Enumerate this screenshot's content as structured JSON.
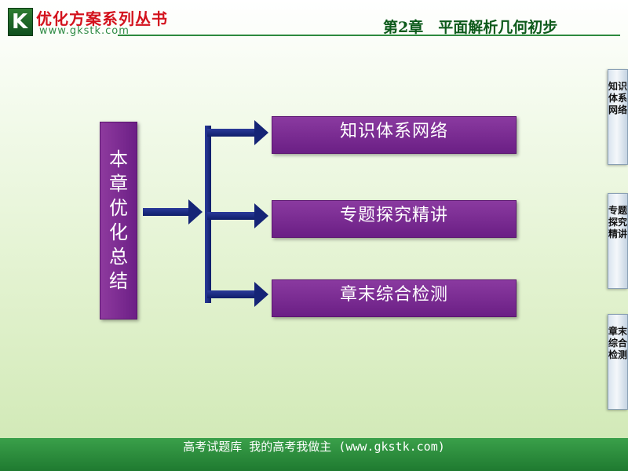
{
  "header": {
    "logo_letter": "K",
    "series_title": "优化方案系列丛书",
    "site_url": "www.gkstk.com",
    "chapter_title": "第2章　平面解析几何初步"
  },
  "summary": {
    "label": "本章优化总结"
  },
  "items": [
    {
      "label": "知识体系网络"
    },
    {
      "label": "专题探究精讲"
    },
    {
      "label": "章末综合检测"
    }
  ],
  "side_tabs": [
    {
      "label": "知识体系网络"
    },
    {
      "label": "专题探究精讲"
    },
    {
      "label": "章末综合检测"
    }
  ],
  "footer": {
    "text": "高考试题库  我的高考我做主  (www.gkstk.com)"
  },
  "colors": {
    "box_purple": "#7b2a93",
    "arrow_blue": "#152476",
    "header_green": "#2d8a3e",
    "title_red": "#d3121d"
  }
}
